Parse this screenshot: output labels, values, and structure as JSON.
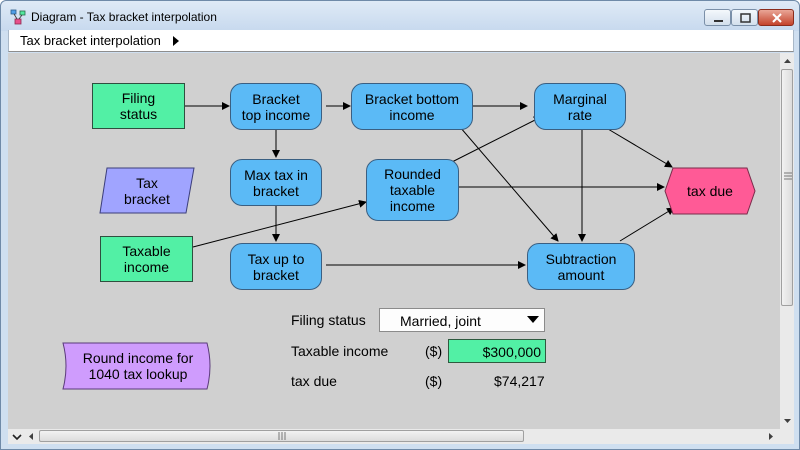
{
  "window": {
    "title": "Diagram - Tax bracket interpolation",
    "breadcrumb": "Tax bracket interpolation"
  },
  "nodes": {
    "filing_status": "Filing\nstatus",
    "bracket_top_income": "Bracket\ntop income",
    "bracket_bottom_income": "Bracket bottom\nincome",
    "marginal_rate": "Marginal\nrate",
    "tax_bracket": "Tax\nbracket",
    "max_tax_in_bracket": "Max tax in\nbracket",
    "rounded_taxable_income": "Rounded\ntaxable\nincome",
    "tax_due": "tax due",
    "taxable_income": "Taxable\nincome",
    "tax_up_to_bracket": "Tax up to\nbracket",
    "subtraction_amount": "Subtraction\namount",
    "round_income": "Round income for\n1040 tax lookup"
  },
  "controls": {
    "filing_status_label": "Filing status",
    "filing_status_value": "Married, joint",
    "taxable_income_label": "Taxable income",
    "taxable_income_unit": "($)",
    "taxable_income_value": "$300,000",
    "tax_due_label": "tax due",
    "tax_due_unit": "($)",
    "tax_due_value": "$74,217"
  },
  "colors": {
    "decision_node": "#5bbaf6",
    "input_node": "#52f0a5",
    "objective_node": "#ff5a96",
    "module_node": "#a0a4ff",
    "function_node": "#cf9cfd",
    "canvas": "#d0d0d0"
  },
  "icons": {
    "app": "diagram-icon",
    "breadcrumb": "triangle-right-icon"
  }
}
